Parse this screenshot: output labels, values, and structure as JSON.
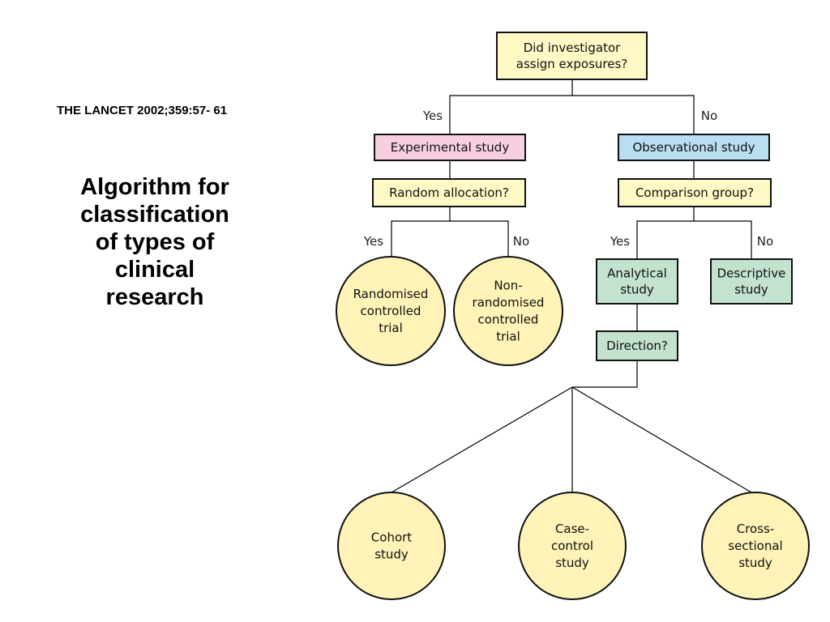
{
  "citation": "THE LANCET 2002;359:57- 61",
  "title_lines": [
    "Algorithm for",
    "classification",
    "of types of",
    "clinical",
    "research"
  ],
  "colors": {
    "question": "#fff9c6",
    "experimental": "#f7cfe0",
    "observational": "#b9def2",
    "study": "#c3e2cf",
    "circle": "#fff3b8",
    "line": "#000000"
  },
  "nodes": {
    "assign": [
      "Did investigator",
      "assign exposures?"
    ],
    "experimental": [
      "Experimental study"
    ],
    "observational": [
      "Observational study"
    ],
    "random": [
      "Random allocation?"
    ],
    "comparison": [
      "Comparison group?"
    ],
    "rct": [
      "Randomised",
      "controlled",
      "trial"
    ],
    "nrct": [
      "Non-",
      "randomised",
      "controlled",
      "trial"
    ],
    "analytical": [
      "Analytical",
      "study"
    ],
    "descriptive": [
      "Descriptive",
      "study"
    ],
    "direction": [
      "Direction?"
    ],
    "cohort": [
      "Cohort",
      "study"
    ],
    "casecontrol": [
      "Case-",
      "control",
      "study"
    ],
    "crosssectional": [
      "Cross-",
      "sectional",
      "study"
    ]
  },
  "branch_labels": {
    "assign_yes": "Yes",
    "assign_no": "No",
    "random_yes": "Yes",
    "random_no": "No",
    "comparison_yes": "Yes",
    "comparison_no": "No"
  }
}
